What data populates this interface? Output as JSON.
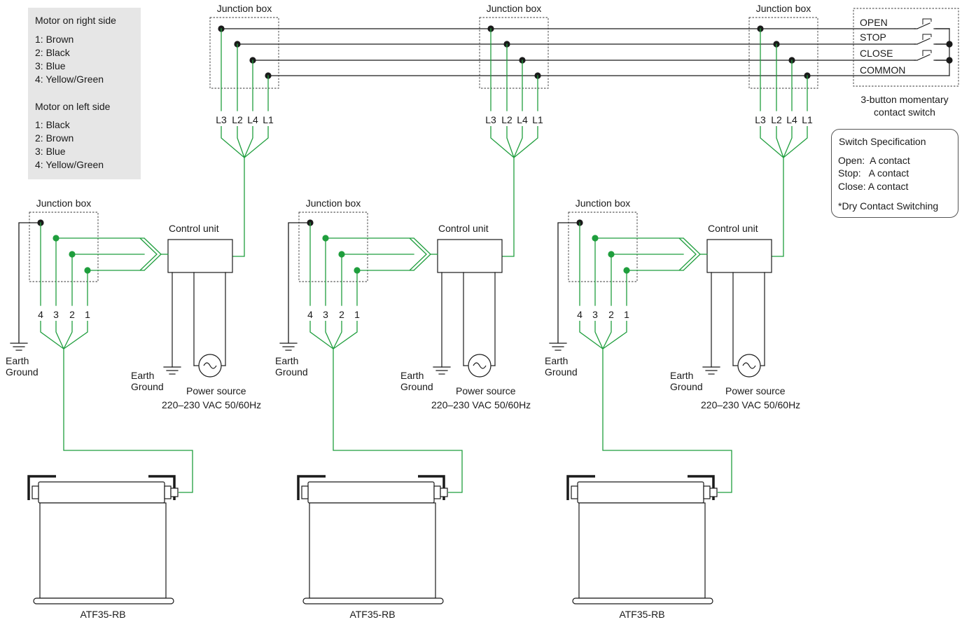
{
  "legend": {
    "right_title": "Motor on right side",
    "right_items": [
      "1: Brown",
      "2: Black",
      "3: Blue",
      "4: Yellow/Green"
    ],
    "left_title": "Motor on left side",
    "left_items": [
      "1: Black",
      "2: Brown",
      "3: Blue",
      "4: Yellow/Green"
    ]
  },
  "labels": {
    "junction_box": "Junction box",
    "control_unit": "Control unit",
    "earth": "Earth",
    "ground": "Ground",
    "power_source": "Power source",
    "power_spec": "220–230 VAC 50/60Hz",
    "model": "ATF35-RB",
    "upper_terminals": [
      "L3",
      "L2",
      "L4",
      "L1"
    ],
    "lower_terminals": [
      "4",
      "3",
      "2",
      "1"
    ]
  },
  "switch": {
    "buttons": [
      "OPEN",
      "STOP",
      "CLOSE",
      "COMMON"
    ],
    "caption_line1": "3-button momentary",
    "caption_line2": "contact switch"
  },
  "spec": {
    "title": "Switch Specification",
    "rows": [
      "Open:  A contact",
      "Stop:   A contact",
      "Close: A contact"
    ],
    "note": "*Dry Contact Switching"
  },
  "colors": {
    "wire_green": "#1f9e3d",
    "wire_black": "#1a1a1a",
    "legend_bg": "#e6e6e6"
  }
}
